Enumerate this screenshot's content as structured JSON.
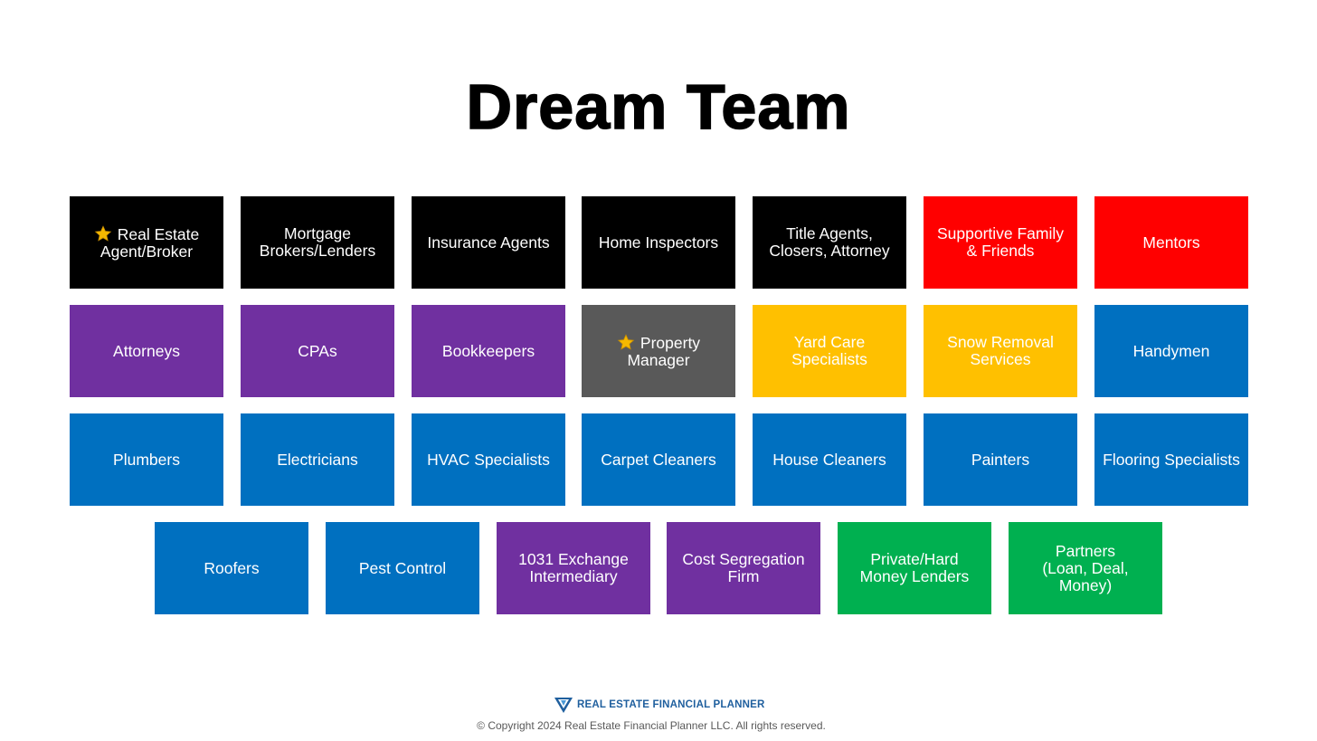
{
  "title": "Dream Team",
  "colors": {
    "black": "#000000",
    "red": "#ff0000",
    "purple": "#7030a0",
    "gray": "#595959",
    "yellow": "#ffc000",
    "blue": "#0070c0",
    "green": "#00b050",
    "star": "#f5b800"
  },
  "rows": [
    [
      {
        "label_line1": "Real Estate",
        "label_line2": "Agent/Broker",
        "starred": true,
        "color": "black"
      },
      {
        "label_line1": "Mortgage",
        "label_line2": "Brokers/Lenders",
        "color": "black"
      },
      {
        "label_line1": "Insurance Agents",
        "color": "black"
      },
      {
        "label_line1": "Home Inspectors",
        "color": "black"
      },
      {
        "label_line1": "Title Agents,",
        "label_line2": "Closers, Attorney",
        "color": "black"
      },
      {
        "label_line1": "Supportive Family",
        "label_line2": "& Friends",
        "color": "red"
      },
      {
        "label_line1": "Mentors",
        "color": "red"
      }
    ],
    [
      {
        "label_line1": "Attorneys",
        "color": "purple"
      },
      {
        "label_line1": "CPAs",
        "color": "purple"
      },
      {
        "label_line1": "Bookkeepers",
        "color": "purple"
      },
      {
        "label_line1": "Property",
        "label_line2": "Manager",
        "starred": true,
        "color": "gray"
      },
      {
        "label_line1": "Yard Care",
        "label_line2": "Specialists",
        "color": "yellow"
      },
      {
        "label_line1": "Snow Removal",
        "label_line2": "Services",
        "color": "yellow"
      },
      {
        "label_line1": "Handymen",
        "color": "blue"
      }
    ],
    [
      {
        "label_line1": "Plumbers",
        "color": "blue"
      },
      {
        "label_line1": "Electricians",
        "color": "blue"
      },
      {
        "label_line1": "HVAC Specialists",
        "color": "blue"
      },
      {
        "label_line1": "Carpet Cleaners",
        "color": "blue"
      },
      {
        "label_line1": "House Cleaners",
        "color": "blue"
      },
      {
        "label_line1": "Painters",
        "color": "blue"
      },
      {
        "label_line1": "Flooring Specialists",
        "color": "blue"
      }
    ],
    [
      {
        "label_line1": "Roofers",
        "color": "blue"
      },
      {
        "label_line1": "Pest Control",
        "color": "blue"
      },
      {
        "label_line1": "1031 Exchange",
        "label_line2": "Intermediary",
        "color": "purple"
      },
      {
        "label_line1": "Cost Segregation",
        "label_line2": "Firm",
        "color": "purple"
      },
      {
        "label_line1": "Private/Hard",
        "label_line2": "Money Lenders",
        "color": "green"
      },
      {
        "label_line1": "Partners",
        "label_line2": "(Loan, Deal,",
        "label_line3": "Money)",
        "color": "green"
      }
    ]
  ],
  "footer": {
    "brand": "REAL ESTATE FINANCIAL PLANNER",
    "logo_icon": "v-chevron-logo-icon",
    "copyright": "© Copyright 2024 Real Estate Financial Planner LLC. All rights reserved."
  }
}
